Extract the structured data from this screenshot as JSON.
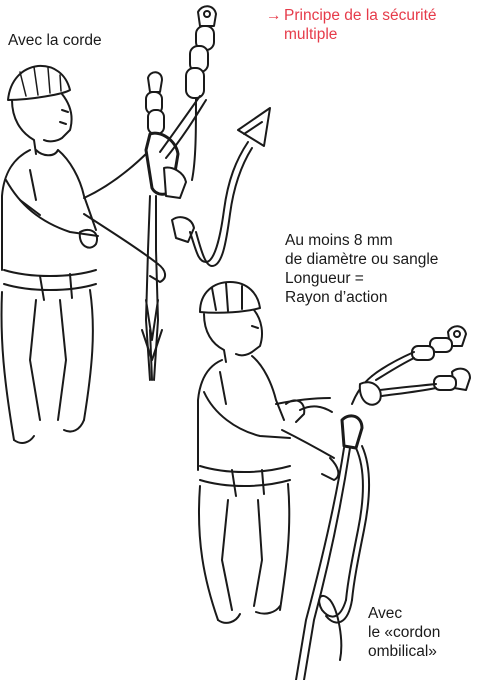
{
  "labels": {
    "avec_la_corde": "Avec la corde",
    "principle": {
      "arrow": "→",
      "line1": "Principe de la sécurité",
      "line2": "multiple"
    },
    "rope_spec": {
      "line1": "Au moins 8 mm",
      "line2": "de diamètre ou sangle",
      "line3": "Longueur =",
      "line4": "Rayon d’action"
    },
    "cordon": {
      "line1": "Avec",
      "line2": "le «cordon",
      "line3": "ombilical»"
    }
  },
  "colors": {
    "accent": "#e63b4a",
    "ink": "#1a1a1a"
  }
}
